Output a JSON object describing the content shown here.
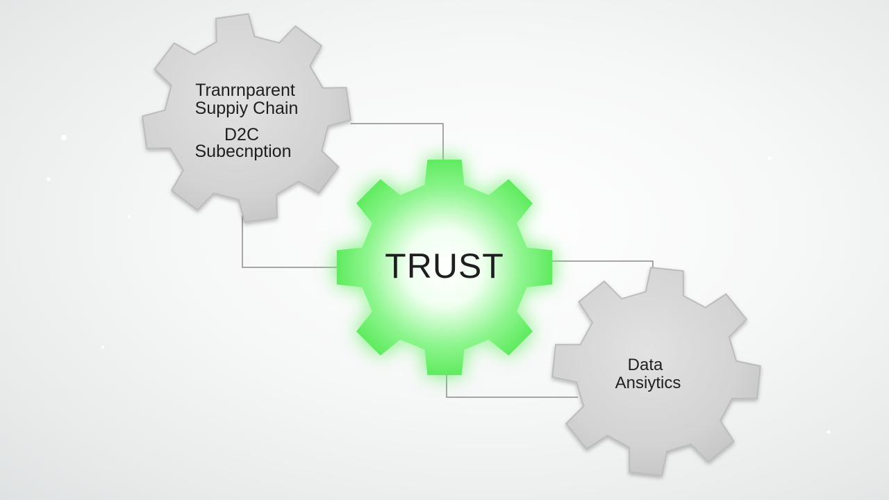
{
  "diagram": {
    "gears": [
      {
        "id": "top-left",
        "lines": [
          "Tranrnparent",
          "Suppiy Chain",
          "D2C",
          "Subecnption"
        ],
        "color": "#d6d6d6"
      },
      {
        "id": "center",
        "lines": [
          "TRUST"
        ],
        "color": "#3fe43f"
      },
      {
        "id": "bottom-right",
        "lines": [
          "Data",
          "Ansiytics"
        ],
        "color": "#d6d6d6"
      }
    ]
  },
  "colors": {
    "trust_gear": "#3fe43f",
    "trust_glow": "#9dff9d",
    "grey_gear": "#d6d6d6",
    "connector_line": "#8a8a8a",
    "text": "#1e1e1e"
  }
}
